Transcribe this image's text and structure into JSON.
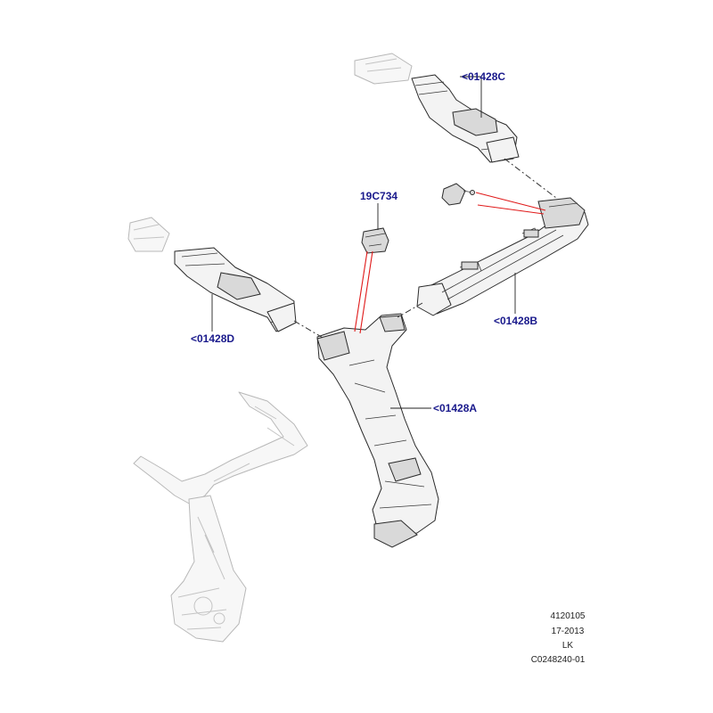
{
  "callouts": {
    "c1428c": "<01428C",
    "c19c734": "19C734",
    "c1428d": "<01428D",
    "c1428b": "<01428B",
    "c1428a": "<01428A"
  },
  "meta": {
    "line1": "4120105",
    "line2": "17-2013",
    "line3": "LK",
    "line4": "C0248240-01"
  },
  "colors": {
    "callout_text": "#1a1a8c",
    "highlight_leader": "#e01b1b",
    "line_art": "#2b2b2b",
    "ghost_art": "#b8b8b8"
  }
}
